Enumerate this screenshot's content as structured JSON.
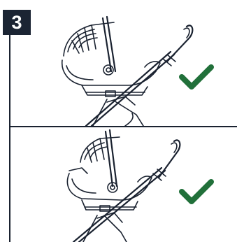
{
  "step": {
    "number": "3"
  },
  "panels": [
    {
      "status": "correct",
      "check_color": "#21703a"
    },
    {
      "status": "correct",
      "check_color": "#21703a"
    }
  ],
  "colors": {
    "line": "#1a2230",
    "badge_bg": "#1b2433",
    "badge_text": "#ffffff",
    "check": "#21703a"
  }
}
